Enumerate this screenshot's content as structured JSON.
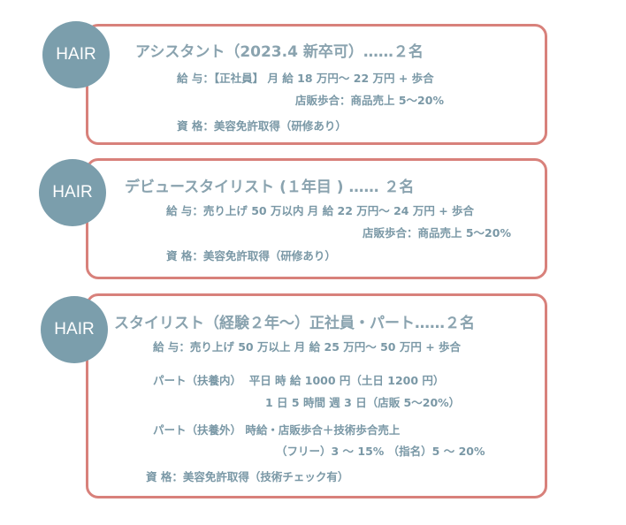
{
  "badge_label": "HAIR",
  "colors": {
    "border": "#d8817b",
    "badge": "#7b9eac",
    "text": "#7a98a6"
  },
  "positions": [
    {
      "title": "アシスタント（2023.4 新卒可）……２名",
      "lines": [
        "給 与：【正社員】 月 給 18 万円～ 22 万円 + 歩合",
        "店販歩合：商品売上 5～20%",
        "資 格：美容免許取得（研修あり）"
      ]
    },
    {
      "title": "デビュースタイリスト (１年目 ) …… ２名",
      "lines": [
        "給 与：売り上げ 50 万以内 月 給 22 万円～ 24 万円 + 歩合",
        "店販歩合：商品売上 5～20%",
        "資 格：美容免許取得（研修あり）"
      ]
    },
    {
      "title": "スタイリスト（経験２年～）正社員・パート……２名",
      "lines": [
        "給 与：売り上げ 50 万以上 月 給 25 万円～ 50 万円 + 歩合",
        "パート（扶養内）  平日 時 給 1000 円（土日 1200 円）",
        "1 日 5 時間 週 3 日（店販 5～20%）",
        "パート（扶養外） 時給・店販歩合＋技術歩合売上",
        "（フリー）3 ～ 15% （指名）5 ～ 20%",
        "資 格：美容免許取得（技術チェック有）"
      ]
    }
  ]
}
